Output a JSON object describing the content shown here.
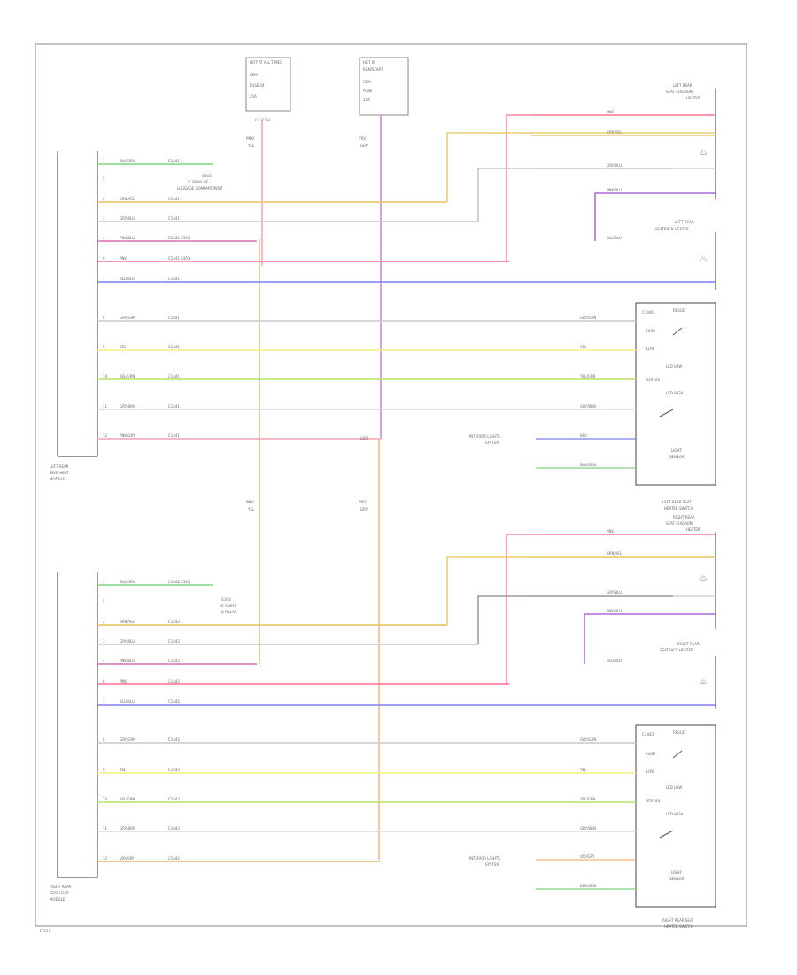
{
  "title": "",
  "colors": {
    "border": "#999999",
    "module_line": "#555555",
    "wire_text": "#777777"
  },
  "fuse_left": {
    "lines": [
      "HOT AT ALL TIMES",
      "CEM",
      "FUSE 34",
      "20A"
    ],
    "footer": "C4 (C2x)"
  },
  "fuse_right": {
    "lines": [
      "HOT IN",
      "RUN/START",
      "CEM",
      "FUSE",
      "15A"
    ]
  },
  "fuse_drop_left": {
    "a": "PNK/",
    "b": "YEL"
  },
  "fuse_drop_right": {
    "a": "VIO/",
    "b": "GRY"
  },
  "mid_drop_left": {
    "a": "PNK/",
    "b": "YEL"
  },
  "mid_drop_right": {
    "a": "VIO/",
    "b": "GRY"
  },
  "top_module_label": [
    "LEFT REAR",
    "SEAT HEAT",
    "MODULE"
  ],
  "bottom_module_label": [
    "RIGHT REAR",
    "SEAT HEAT",
    "MODULE"
  ],
  "top_ground_note": [
    "G302",
    "LT REAR OF",
    "LUGGAGE COMPARTMENT"
  ],
  "bottom_ground_note": [
    "G303",
    "AT RIGHT",
    "B PILLAR"
  ],
  "top_wires": [
    {
      "pin": "1",
      "color": "BLK/GRN",
      "conn": "C1441"
    },
    {
      "pin": "5",
      "color": "",
      "conn": ""
    },
    {
      "pin": "2",
      "color": "BRN/YEL",
      "conn": "C1441"
    },
    {
      "pin": "3",
      "color": "GRY/BLU",
      "conn": "C1441"
    },
    {
      "pin": "4",
      "color": "PNK/BLU",
      "conn": "C1441 S301"
    },
    {
      "pin": "6",
      "color": "PNK",
      "conn": "C1441 S301"
    },
    {
      "pin": "7",
      "color": "BLU/BLU",
      "conn": "C1441"
    },
    {
      "pin": "8",
      "color": "GRY/GRN",
      "conn": "C1441"
    },
    {
      "pin": "9",
      "color": "YEL",
      "conn": "C1441"
    },
    {
      "pin": "10",
      "color": "YEL/GRN",
      "conn": "C1441"
    },
    {
      "pin": "11",
      "color": "GRY/BRN",
      "conn": "C1441"
    },
    {
      "pin": "12",
      "color": "PNK/GRY",
      "conn": "C1441"
    }
  ],
  "bottom_wires": [
    {
      "pin": "1",
      "color": "BLK/GRN",
      "conn": "C1442 C301"
    },
    {
      "pin": "5",
      "color": "",
      "conn": ""
    },
    {
      "pin": "2",
      "color": "BRN/YEL",
      "conn": "C1442"
    },
    {
      "pin": "3",
      "color": "GRY/BLU",
      "conn": "C1442"
    },
    {
      "pin": "4",
      "color": "PNK/BLU",
      "conn": "C1442"
    },
    {
      "pin": "6",
      "color": "PNK",
      "conn": "C1442"
    },
    {
      "pin": "7",
      "color": "BLU/BLU",
      "conn": "C1442"
    },
    {
      "pin": "8",
      "color": "GRY/GRN",
      "conn": "C1442"
    },
    {
      "pin": "9",
      "color": "YEL",
      "conn": "C1442"
    },
    {
      "pin": "10",
      "color": "YEL/GRN",
      "conn": "C1442"
    },
    {
      "pin": "11",
      "color": "GRY/BRN",
      "conn": "C1442"
    },
    {
      "pin": "12",
      "color": "VIO/GRY",
      "conn": "C1442"
    }
  ],
  "top_right": {
    "cushion_title": [
      "LEFT REAR",
      "SEAT CUSHION",
      "HEATER"
    ],
    "cushion_wires": [
      "PNK",
      "BRN/YEL",
      "GRY/BLU"
    ],
    "backrest_title": [
      "LEFT REAR",
      "SEATBACK HEATER"
    ],
    "backrest_wires": [
      "PNK/BLU",
      "BLU/BLU"
    ],
    "switch_wires": [
      "GRY/GRN",
      "YEL",
      "YEL/GRN",
      "GRY/BRN"
    ],
    "illum_wires": [
      "BLU",
      "BLK/GRN"
    ],
    "illum_source": [
      "INTERIOR LIGHTS",
      "SYSTEM"
    ],
    "switch_labels": [
      "RESULT",
      "HIGH",
      "LOW",
      "LED LOW",
      "LED HIGH",
      "STATUS",
      "LIGHT",
      "SENSOR"
    ],
    "switch_title": [
      "LEFT REAR SEAT",
      "HEATER SWITCH"
    ],
    "conn": "C1440"
  },
  "bottom_right": {
    "cushion_title": [
      "RIGHT REAR",
      "SEAT CUSHION",
      "HEATER"
    ],
    "cushion_wires": [
      "PNK",
      "BRN/YEL",
      "GRY/BLU"
    ],
    "backrest_title": [
      "RIGHT REAR",
      "SEATBACK HEATER"
    ],
    "backrest_wires": [
      "PNK/BLU",
      "BLU/BLU"
    ],
    "switch_wires": [
      "GRY/GRN",
      "YEL",
      "YEL/GRN",
      "GRY/BRN"
    ],
    "illum_wires": [
      "VIO/GRY",
      "BLK/GRN"
    ],
    "illum_source": [
      "INTERIOR LIGHTS",
      "SYSTEM"
    ],
    "switch_labels": [
      "RESULT",
      "HIGH",
      "LOW",
      "LED LOW",
      "LED HIGH",
      "STATUS",
      "LIGHT",
      "SENSOR"
    ],
    "switch_title": [
      "RIGHT REAR SEAT",
      "HEATER SWITCH"
    ],
    "conn": "C1443"
  },
  "splice": "S301",
  "footer_code": "F7010"
}
